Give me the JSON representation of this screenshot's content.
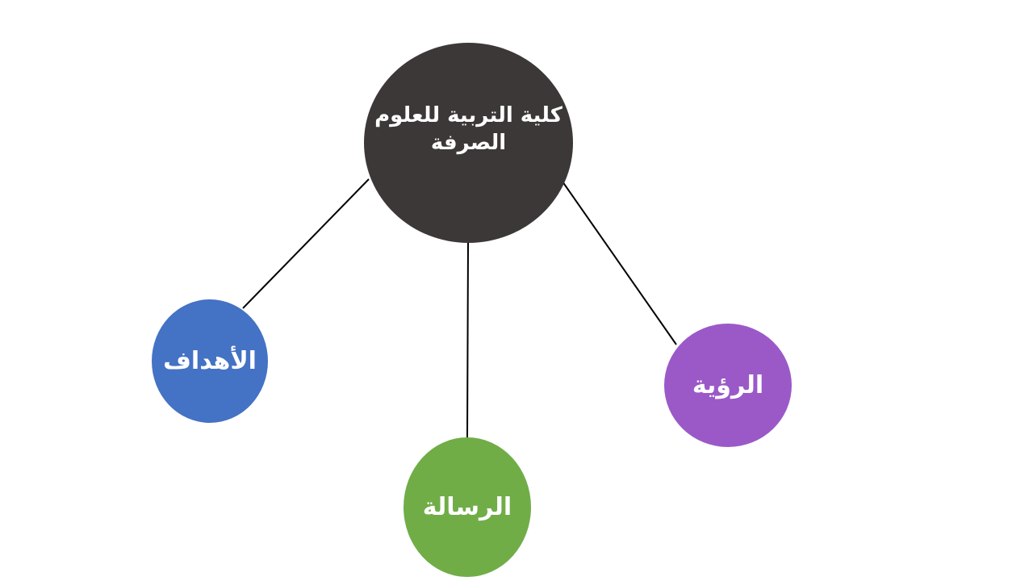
{
  "diagram": {
    "center": {
      "label": "كلية التربية للعلوم الصرفة",
      "color": "#3c3837"
    },
    "children": [
      {
        "id": "goals",
        "label": "الأهداف",
        "color": "#4472c4"
      },
      {
        "id": "mission",
        "label": "الرسالة",
        "color": "#70ad47"
      },
      {
        "id": "vision",
        "label": "الرؤية",
        "color": "#9b59c8"
      }
    ]
  }
}
